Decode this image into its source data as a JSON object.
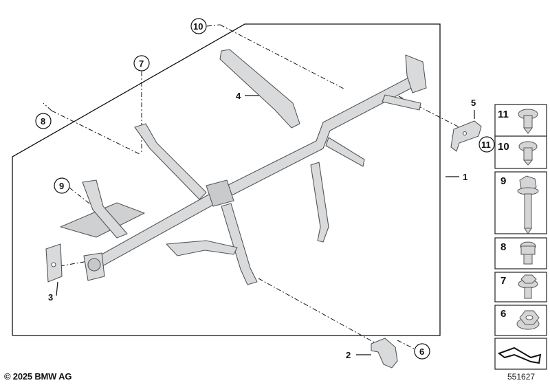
{
  "callouts": {
    "c1": "1",
    "c2": "2",
    "c3": "3",
    "c4": "4",
    "c5": "5",
    "c6": "6",
    "c7": "7",
    "c8": "8",
    "c9": "9",
    "c10": "10",
    "c11": "11"
  },
  "legend": {
    "items": [
      "11",
      "10",
      "9",
      "8",
      "7",
      "6"
    ],
    "icons": [
      "torx-screw-icon",
      "torx-screw-icon",
      "hex-bolt-icon",
      "socket-screw-icon",
      "hex-flange-bolt-icon",
      "hex-nut-icon"
    ]
  },
  "footer": {
    "copyright": "© 2025 BMW AG",
    "diagram_number": "551627"
  },
  "colors": {
    "line": "#111111",
    "part_fill": "#d9dadc",
    "part_stroke": "#555555",
    "legend_border": "#222222"
  }
}
